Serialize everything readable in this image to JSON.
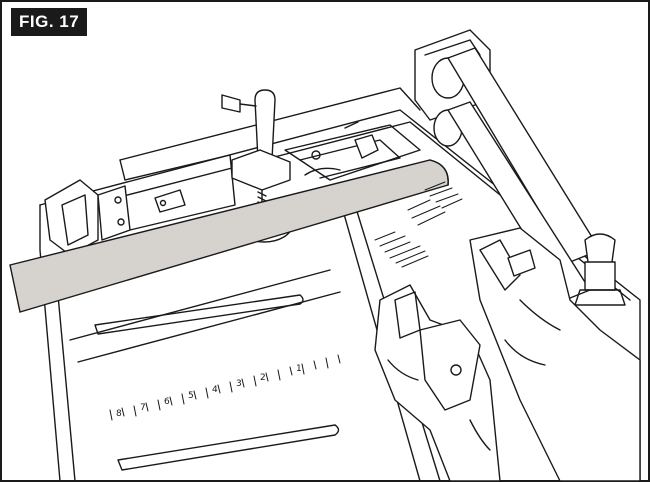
{
  "figure": {
    "label": "FIG. 17"
  },
  "scale": {
    "marks": [
      "8",
      "7",
      "6",
      "5",
      "4",
      "3",
      "2",
      "1"
    ]
  }
}
